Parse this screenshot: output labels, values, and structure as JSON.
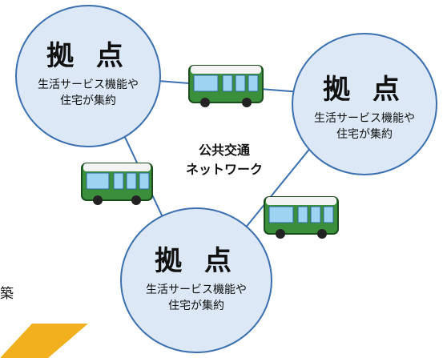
{
  "hubs": [
    {
      "title": "拠 点",
      "lines": [
        "生活サービス機能や",
        "住宅が集約"
      ]
    },
    {
      "title": "拠 点",
      "lines": [
        "生活サービス機能や",
        "住宅が集約"
      ]
    },
    {
      "title": "拠 点",
      "lines": [
        "生活サービス機能や",
        "住宅が集約"
      ]
    }
  ],
  "network_label": [
    "公共交通",
    "ネットワーク"
  ],
  "edge_text": "築",
  "icons": [
    "bus-icon",
    "bus-icon",
    "bus-icon"
  ],
  "colors": {
    "hub_fill": "#dce8f5",
    "hub_stroke": "#3a6fb0",
    "link_line": "#3a6fb0",
    "arrow": "#f2b01e",
    "bus_body": "#3b8f3a",
    "bus_window": "#9fd3f2"
  }
}
